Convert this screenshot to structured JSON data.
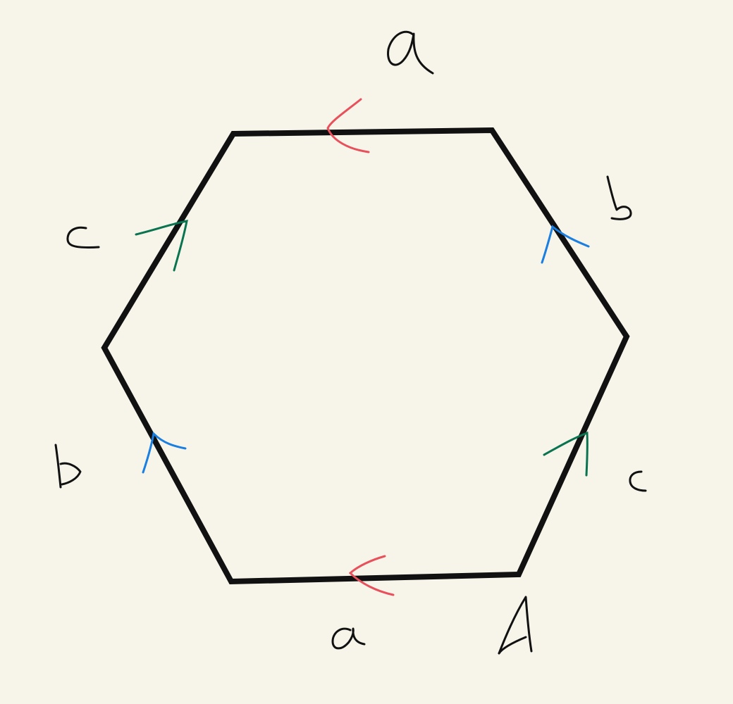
{
  "diagram": {
    "background_color": "#f7f5ea",
    "outline_color": "#111111",
    "edge_label_colors": {
      "a": "#e8505b",
      "b": "#1a7fe0",
      "c": "#0a7350"
    },
    "edge_labels": {
      "top": "a",
      "upper_right": "b",
      "lower_right": "c",
      "bottom": "a",
      "lower_left": "b",
      "upper_left": "c"
    },
    "vertex_labels": {
      "bottom_right": "A"
    }
  }
}
